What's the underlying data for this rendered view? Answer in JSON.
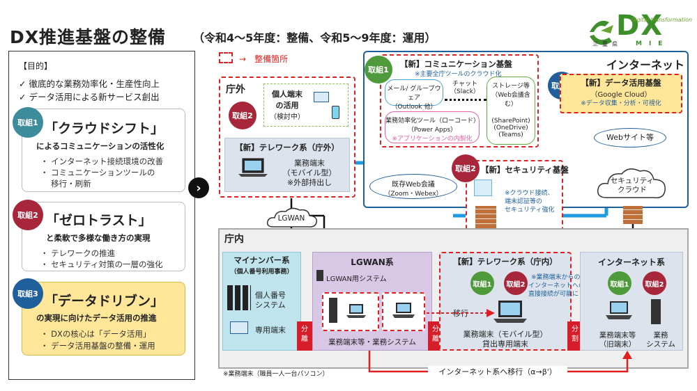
{
  "header": {
    "title": "DX推進基盤の整備",
    "subtitle": "（令和4～5年度：整備、令和5～9年度：運用）",
    "logo": {
      "main": "DX",
      "caption": "Digital transformation",
      "prefecture": "三重県",
      "mie": "MIE"
    }
  },
  "legend": {
    "arrow": "→",
    "label": "整備箇所"
  },
  "left": {
    "purpose_head": "【目的】",
    "purposes": [
      "✓ 徹底的な業務効率化・生産性向上",
      "✓ データ活用による新サービス創出"
    ],
    "cards": [
      {
        "badge": "取組1",
        "title": "「クラウドシフト」",
        "sub": "によるコミュニケーションの活性化",
        "bullets": [
          "・ インターネット接続環境の改善",
          "・ コミュニケーションツールの",
          "　 移行・刷新"
        ]
      },
      {
        "badge": "取組2",
        "title": "「ゼロトラスト」",
        "sub": "と柔軟で多様な働き方の実現",
        "bullets": [
          "・ テレワークの推進",
          "・ セキュリティ対策の一層の強化"
        ]
      },
      {
        "badge": "取組3",
        "title": "「データドリブン」",
        "sub": "の実現に向けたデータ活用の推進",
        "bullets": [
          "・ DXの核心は「データ活用」",
          "・ データ活用基盤の整備・運用"
        ]
      }
    ]
  },
  "internet": {
    "label": "インターネット",
    "comm": {
      "badge": "取組1",
      "title": "【新】コミュニケーション基盤",
      "note": "※主要全庁ツールのクラウド化",
      "mail": [
        "メール/ グループウェア",
        "（Outlook 他）"
      ],
      "chat": [
        "チャット",
        "（Slack）"
      ],
      "storage": [
        "ストレージ等",
        "（Web会議含む）",
        "",
        "(SharePoint)",
        "(OneDrive)",
        "(Teams)"
      ],
      "lowcode": [
        "業務効率化ツール（ローコード）",
        "（Power Apps）",
        "※アプリケーションの内製化"
      ]
    },
    "data": {
      "badge": "取組3",
      "title": "【新】データ活用基盤",
      "sub": "（Google Cloud）",
      "note": "※データ収集・分析・可視化"
    },
    "website": "Webサイト等",
    "webconf": [
      "既存Web会議",
      "（Zoom・Webex）"
    ],
    "seccloud": [
      "セキュリティ",
      "クラウド"
    ]
  },
  "security": {
    "badge": "取組2",
    "title": "【新】セキュリティ基盤",
    "note": [
      "※クラウド接続、",
      "端末認証等の",
      "セキュリティ強化"
    ]
  },
  "outside": {
    "label": "庁外",
    "badge": "取組2",
    "personal": [
      "個人端末",
      "の活用",
      "（検討中）"
    ],
    "telework_title": "【新】テレワーク系（庁外）",
    "telework_device": [
      "業務端末",
      "（モバイル型）",
      "※外部持出し"
    ]
  },
  "lgwan_cloud": "LGWAN",
  "inside": {
    "label": "庁内",
    "mynumber": {
      "title": "マイナンバー系",
      "sub": "（個人番号利用事務）",
      "system": [
        "個人番号",
        "システム"
      ],
      "terminal": "専用端末"
    },
    "lgwan": {
      "title": "LGWAN系",
      "system": "LGWAN用システム",
      "caption": "業務端末等・業務システム"
    },
    "telework_in": {
      "title": "【新】テレワーク系（庁内）",
      "badge1": "取組1",
      "badge2": "取組2",
      "note": [
        "※業務端末からの",
        "インターネットへの",
        "直接接続が可能に"
      ],
      "migrate": "移行",
      "caption": [
        "業務端末（モバイル型）",
        "貸出専用端末"
      ]
    },
    "internet_sys": {
      "title": "インターネット系",
      "badge1": "取組1",
      "badge2": "取組2",
      "terminal": [
        "業務端末等",
        "（旧端末）"
      ],
      "system": [
        "業務",
        "システム"
      ]
    },
    "sep1": [
      "分",
      "離"
    ],
    "sep2": [
      "分",
      "離"
    ],
    "sep3": [
      "分",
      "割"
    ]
  },
  "bottom_arrow": "インターネット系へ移行（α→β'）",
  "footnote": "※業務端末（職員一人一台パソコン）",
  "colors": {
    "red": "#e02020",
    "blue": "#1f5f9c",
    "green": "#4f9a3a",
    "purple": "#d9c7e6",
    "teal_bg": "#bfe4ee"
  }
}
